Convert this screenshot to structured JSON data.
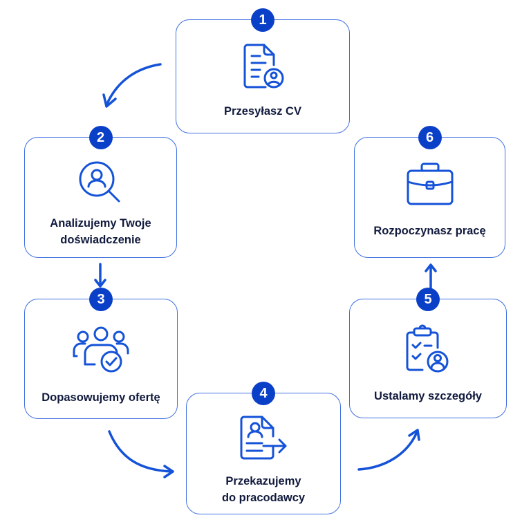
{
  "diagram": {
    "title": "Recruitment process",
    "accent_color": "#1452d8",
    "badge_color": "#0a3fc8",
    "text_color": "#111a3d",
    "steps": [
      {
        "number": "1",
        "label_lines": [
          "Przesyłasz CV"
        ],
        "icon": "cv-document-user-icon"
      },
      {
        "number": "2",
        "label_lines": [
          "Analizujemy Twoje",
          "doświadczenie"
        ],
        "icon": "magnifier-user-icon"
      },
      {
        "number": "3",
        "label_lines": [
          "Dopasowujemy ofertę"
        ],
        "icon": "group-check-icon"
      },
      {
        "number": "4",
        "label_lines": [
          "Przekazujemy",
          "do pracodawcy"
        ],
        "icon": "document-send-icon"
      },
      {
        "number": "5",
        "label_lines": [
          "Ustalamy szczegóły"
        ],
        "icon": "clipboard-user-icon"
      },
      {
        "number": "6",
        "label_lines": [
          "Rozpoczynasz pracę"
        ],
        "icon": "briefcase-icon"
      }
    ],
    "flow": [
      {
        "from": "1",
        "to": "2",
        "shape": "curved"
      },
      {
        "from": "2",
        "to": "3",
        "shape": "straight-down"
      },
      {
        "from": "3",
        "to": "4",
        "shape": "curved"
      },
      {
        "from": "4",
        "to": "5",
        "shape": "curved"
      },
      {
        "from": "5",
        "to": "6",
        "shape": "straight-up"
      }
    ]
  }
}
